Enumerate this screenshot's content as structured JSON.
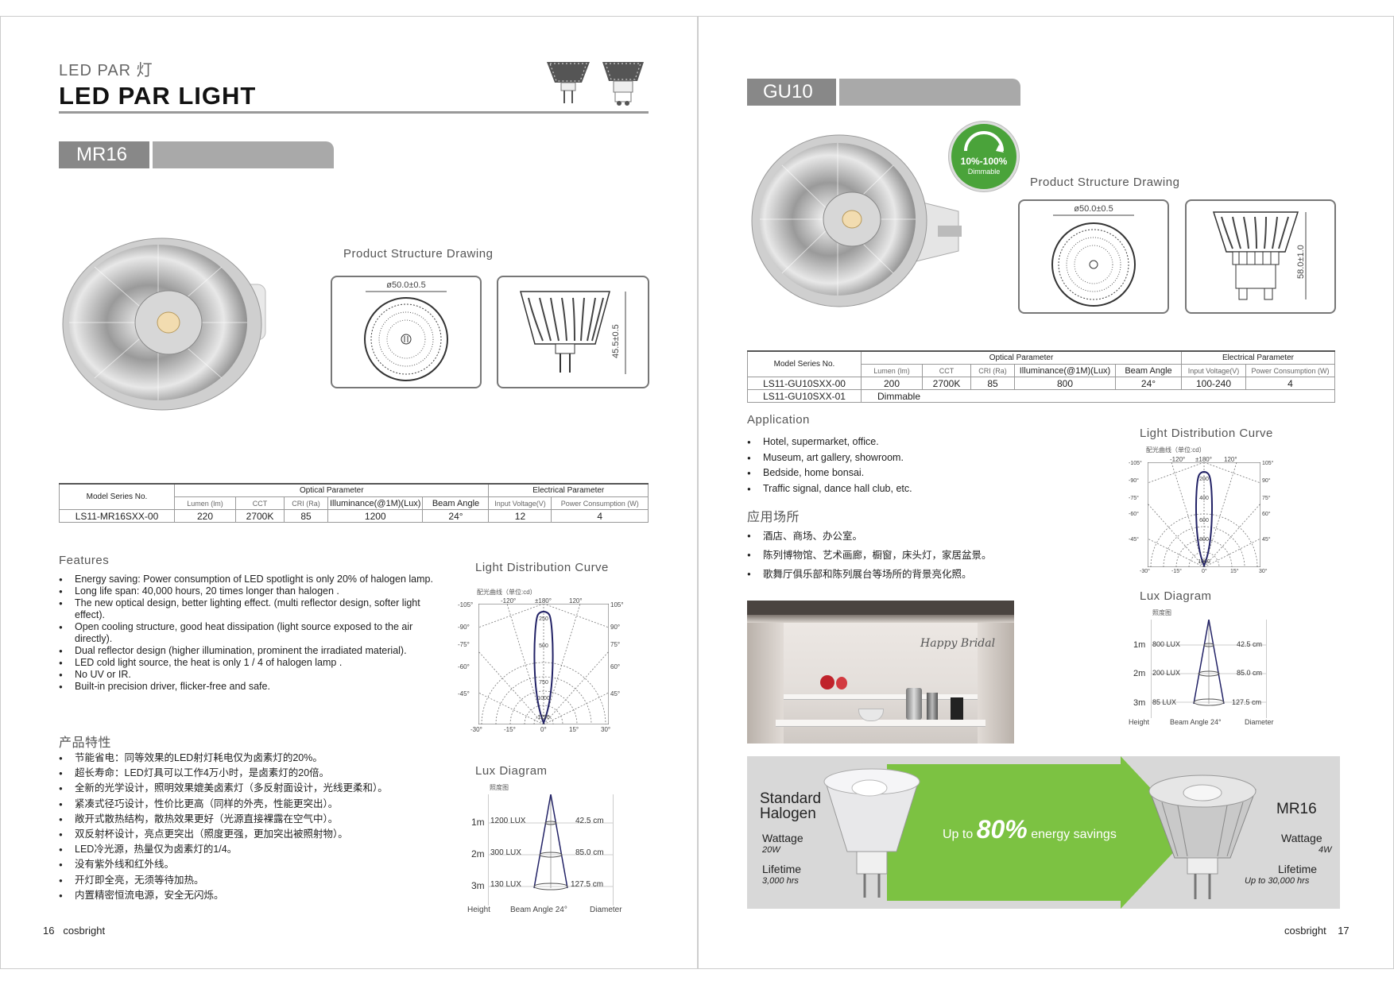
{
  "header": {
    "category_line": "LED PAR 灯",
    "title": "LED PAR LIGHT"
  },
  "left": {
    "tab": "MR16",
    "structure_title": "Product Structure Drawing",
    "dim_top": "ø50.0±0.5",
    "dim_side": "45.5±0.5",
    "table": {
      "model_header": "Model Series No.",
      "optical_header": "Optical Parameter",
      "electrical_header": "Electrical Parameter",
      "sub": [
        "Lumen (lm)",
        "CCT",
        "CRI (Ra)",
        "Illuminance(@1M)(Lux)",
        "Beam Angle",
        "Input Voltage(V)",
        "Power Consumption (W)"
      ],
      "row": [
        "LS11-MR16SXX-00",
        "220",
        "2700K",
        "85",
        "1200",
        "24°",
        "12",
        "4"
      ]
    },
    "features_title": "Features",
    "features": [
      "Energy saving: Power consumption of LED spotlight is only 20% of halogen lamp.",
      "Long life span: 40,000 hours, 20 times longer than halogen .",
      "The new optical design, better lighting effect. (multi reflector design, softer light effect).",
      "Open cooling structure, good heat dissipation (light source exposed to the air directly).",
      "Dual reflector design (higher illumination, prominent the irradiated material).",
      "LED cold light source, the heat is only 1 / 4 of halogen lamp .",
      "No UV or IR.",
      "Built-in precision driver, flicker-free and safe."
    ],
    "cn_title": "产品特性",
    "cn_features": [
      "节能省电：同等效果的LED射灯耗电仅为卤素灯的20%。",
      "超长寿命：LED灯具可以工作4万小时，是卤素灯的20倍。",
      "全新的光学设计，照明效果媲美卤素灯（多反射面设计，光线更柔和）。",
      "紧凑式径巧设计，性价比更高（同样的外壳，性能更突出）。",
      "敞开式散热结构，散热效果更好（光源直接裸露在空气中）。",
      "双反射杯设计，亮点更突出（照度更强，更加突出被照射物）。",
      "LED冷光源，热量仅为卤素灯的1/4。",
      "没有紫外线和红外线。",
      "开灯即全亮，无须等待加热。",
      "内置精密恒流电源，安全无闪烁。"
    ],
    "ldc_title": "Light Distribution Curve",
    "ldc": {
      "caption": "配光曲线（单位:cd）",
      "top_labels": [
        "-120°",
        "±180°",
        "120°"
      ],
      "left_labels": [
        "-105°",
        "-90°",
        "-75°",
        "-60°",
        "-45°"
      ],
      "right_labels": [
        "105°",
        "90°",
        "75°",
        "60°",
        "45°"
      ],
      "bottom_labels": [
        "-30°",
        "-15°",
        "0°",
        "15°",
        "30°"
      ],
      "rings": [
        "250",
        "500",
        "750",
        "1000",
        "1250"
      ]
    },
    "lux_title": "Lux Diagram",
    "lux": {
      "caption": "照度图",
      "rows": [
        {
          "h": "1m",
          "lux": "1200 LUX",
          "d": "42.5 cm"
        },
        {
          "h": "2m",
          "lux": "300 LUX",
          "d": "85.0 cm"
        },
        {
          "h": "3m",
          "lux": "130 LUX",
          "d": "127.5 cm"
        }
      ],
      "height": "Height",
      "beam": "Beam Angle 24°",
      "diameter": "Diameter"
    },
    "footer_num": "16",
    "footer_brand": "cosbright"
  },
  "right": {
    "tab": "GU10",
    "badge_pct": "10%-100%",
    "badge_sub": "Dimmable",
    "structure_title": "Product Structure Drawing",
    "dim_top": "ø50.0±0.5",
    "dim_side": "58.0±1.0",
    "table": {
      "model_header": "Model Series No.",
      "optical_header": "Optical Parameter",
      "electrical_header": "Electrical Parameter",
      "sub": [
        "Lumen (lm)",
        "CCT",
        "CRI (Ra)",
        "Illuminance(@1M)(Lux)",
        "Beam Angle",
        "Input Voltage(V)",
        "Power Consumption (W)"
      ],
      "row1": [
        "LS11-GU10SXX-00",
        "200",
        "2700K",
        "85",
        "800",
        "24°",
        "100-240",
        "4"
      ],
      "row2_model": "LS11-GU10SXX-01",
      "row2_note": "Dimmable"
    },
    "app_title": "Application",
    "apps": [
      "Hotel, supermarket, office.",
      "Museum, art gallery, showroom.",
      "Bedside, home bonsai.",
      "Traffic signal, dance hall club, etc."
    ],
    "cn_app_title": "应用场所",
    "cn_apps": [
      "酒店、商场、办公室。",
      "陈列博物馆、艺术画廊，橱窗，床头灯，家居盆景。",
      "歌舞厅俱乐部和陈列展台等场所的背景亮化照。"
    ],
    "photo_sign": "Happy Bridal",
    "ldc_title": "Light Distribution Curve",
    "ldc": {
      "caption": "配光曲线（单位:cd）",
      "top_labels": [
        "-120°",
        "±180°",
        "120°"
      ],
      "left_labels": [
        "-105°",
        "-90°",
        "-75°",
        "-60°",
        "-45°"
      ],
      "right_labels": [
        "105°",
        "90°",
        "75°",
        "60°",
        "45°"
      ],
      "bottom_labels": [
        "-30°",
        "-15°",
        "0°",
        "15°",
        "30°"
      ],
      "rings": [
        "200",
        "400",
        "600",
        "800",
        "1000"
      ]
    },
    "lux_title": "Lux Diagram",
    "lux": {
      "caption": "照度图",
      "rows": [
        {
          "h": "1m",
          "lux": "800 LUX",
          "d": "42.5 cm"
        },
        {
          "h": "2m",
          "lux": "200 LUX",
          "d": "85.0 cm"
        },
        {
          "h": "3m",
          "lux": "85 LUX",
          "d": "127.5 cm"
        }
      ],
      "height": "Height",
      "beam": "Beam Angle 24°",
      "diameter": "Diameter"
    },
    "band": {
      "left_name": "Standard\nHalogen",
      "left_wattage_label": "Wattage",
      "left_wattage": "20W",
      "left_life_label": "Lifetime",
      "left_life": "3,000 hrs",
      "savings_pre": "Up to",
      "savings_pct": "80%",
      "savings_post": "energy savings",
      "right_name": "MR16",
      "right_wattage_label": "Wattage",
      "right_wattage": "4W",
      "right_life_label": "Lifetime",
      "right_life": "Up to 30,000 hrs"
    },
    "footer_brand": "cosbright",
    "footer_num": "17"
  }
}
